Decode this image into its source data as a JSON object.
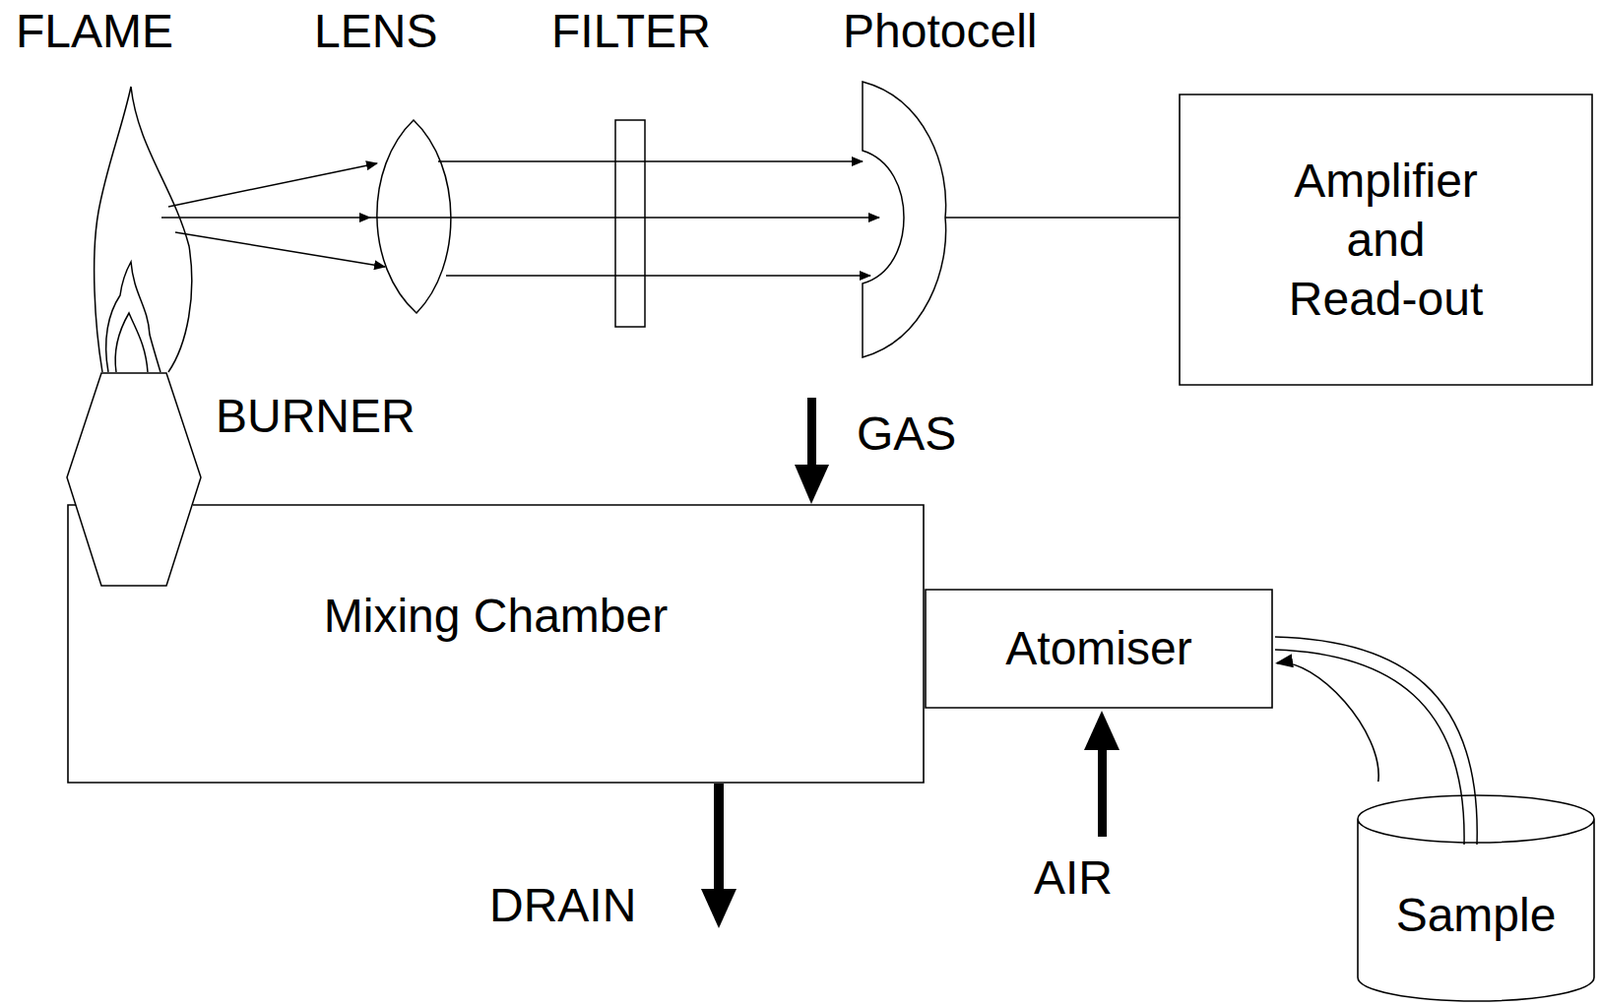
{
  "diagram": {
    "nodes": [
      {
        "text": [
          "Amplifier and Read-out"
        ]
      },
      {
        "text": [
          "Mixing Chamber"
        ]
      },
      {
        "text": [
          "Atomiser"
        ]
      },
      {
        "text": [
          "Sample"
        ]
      }
    ],
    "edges": [
      {
        "from": 3,
        "to": 2,
        "arrow": "to"
      }
    ],
    "labels": [
      "FLAME",
      "LENS",
      "FILTER",
      "Photocell",
      "BURNER",
      "GAS",
      "AIR",
      "DRAIN"
    ]
  }
}
